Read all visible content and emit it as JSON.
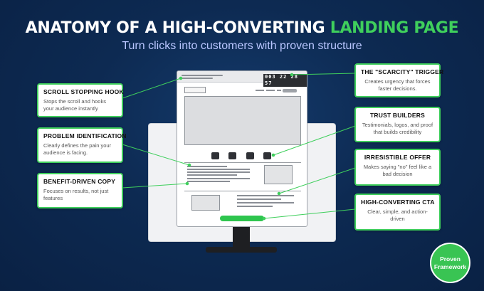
{
  "header": {
    "title_main": "ANATOMY OF A HIGH-CONVERTING ",
    "title_accent": "LANDING PAGE",
    "subtitle": "Turn clicks into customers with proven structure"
  },
  "mockup": {
    "countdown": "003 22 28 57"
  },
  "callouts_left": [
    {
      "title": "SCROLL STOPPING HOOK",
      "text": "Stops the scroll and hooks your audience instantly"
    },
    {
      "title": "PROBLEM IDENTIFICATION",
      "text": "Clearly defines the pain your audience is facing."
    },
    {
      "title": "BENEFIT-DRIVEN COPY",
      "text": "Focuses on results, not just features"
    }
  ],
  "callouts_right": [
    {
      "title": "THE \"SCARCITY\" TRIGGER",
      "text": "Creates urgency that forces faster decisions."
    },
    {
      "title": "TRUST BUILDERS",
      "text": "Testimonials, logos, and proof that builds credibility"
    },
    {
      "title": "IRRESISTIBLE OFFER",
      "text": "Makes saying \"no\" feel like a bad decision"
    },
    {
      "title": "HIGH-CONVERTING CTA",
      "text": "Clear, simple, and action-driven"
    }
  ],
  "badge": {
    "line1": "Proven",
    "line2": "Framework"
  },
  "colors": {
    "accent": "#3fcf5c",
    "background": "#0d2a52",
    "subtitle": "#b9c6ff"
  }
}
